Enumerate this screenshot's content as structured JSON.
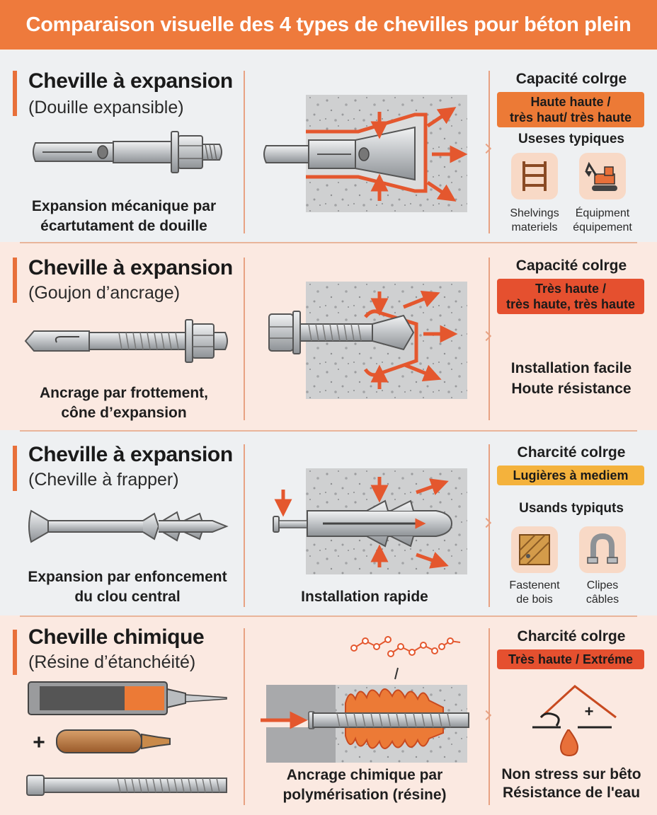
{
  "header": {
    "title": "Comparaison visuelle des 4 types de chevilles pour béton plein"
  },
  "rows": [
    {
      "title": "Cheville à expansion",
      "subtitle": "(Douille expansible)",
      "description_1": "Expansion mécanique par",
      "description_2": "écartutament de douille",
      "capacity_title": "Capacité colrge",
      "capacity_1": "Haute haute /",
      "capacity_2": "très haut/ très haute",
      "uses_title": "Useses typiques",
      "use_1_line_1": "Shelvings",
      "use_1_line_2": "materiels",
      "use_2_line_1": "Équipment",
      "use_2_line_2": "équipement",
      "use_1_icon": "shelving-icon",
      "use_2_icon": "excavator-icon"
    },
    {
      "title": "Cheville à expansion",
      "subtitle": "(Goujon d’ancrage)",
      "description_1": "Ancrage par frottement,",
      "description_2": "cône d’expansion",
      "capacity_title": "Capacité colrge",
      "capacity_1": "Très haute /",
      "capacity_2": "très haute, très haute",
      "note_1": "Installation facile",
      "note_2": "Houte résistance"
    },
    {
      "title": "Cheville à expansion",
      "subtitle": "(Cheville à frapper)",
      "description_1": "Expansion par enfoncement",
      "description_2": "du clou central",
      "middle_label": "Installation rapide",
      "capacity_title": "Charcité colrge",
      "capacity_1": "Lugières à mediem",
      "uses_title": "Usands typiquts",
      "use_1_line_1": "Fastenent",
      "use_1_line_2": "de bois",
      "use_2_line_1": "Clipes",
      "use_2_line_2": "câbles",
      "use_1_icon": "wood-plank-icon",
      "use_2_icon": "cable-clip-icon"
    },
    {
      "title": "Cheville chimique",
      "subtitle": "(Résine d’étanchéité)",
      "plus_sign": "+",
      "middle_label_1": "Ancrage chimique par",
      "middle_label_2": "polymérisation (résine)",
      "capacity_title": "Charcité colrge",
      "capacity_1": "Très haute / Extréme",
      "note_1": "Non stress sur bêto",
      "note_2": "Résistance de l'eau",
      "icon_plus": "+",
      "icon": "water-drop-icon"
    }
  ],
  "colors": {
    "accent": "#ee7a3c",
    "badge_orange": "#ec7a36",
    "badge_red": "#e5502f",
    "badge_yellow": "#f4b23c"
  }
}
